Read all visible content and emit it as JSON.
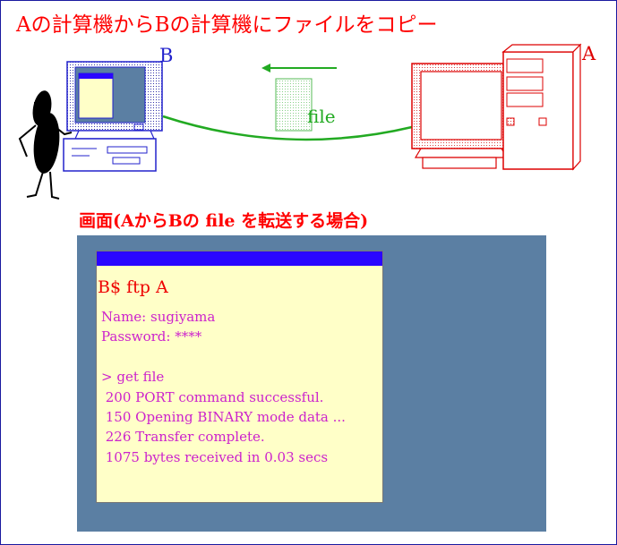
{
  "title": "Aの計算機からBの計算機にファイルをコピー",
  "diagram": {
    "computer_b_label": "B",
    "computer_a_label": "A",
    "file_label": "file"
  },
  "screen": {
    "heading": "画面(AからBの file を転送する場合)",
    "prompt": "B$ ftp A",
    "lines": [
      "Name: sugiyama",
      "Password: ****",
      "",
      "> get file",
      " 200 PORT command successful.",
      " 150 Opening BINARY mode data ...",
      " 226 Transfer complete.",
      " 1075 bytes received in 0.03 secs"
    ]
  },
  "colors": {
    "title": "#ff0000",
    "computer_b": "#2222cc",
    "computer_a": "#dd0000",
    "transfer": "#22aa22",
    "screen_bg": "#5b7fa3",
    "terminal_bg": "#ffffc8",
    "terminal_bar": "#2a06ff",
    "terminal_text": "#cc22cc"
  }
}
